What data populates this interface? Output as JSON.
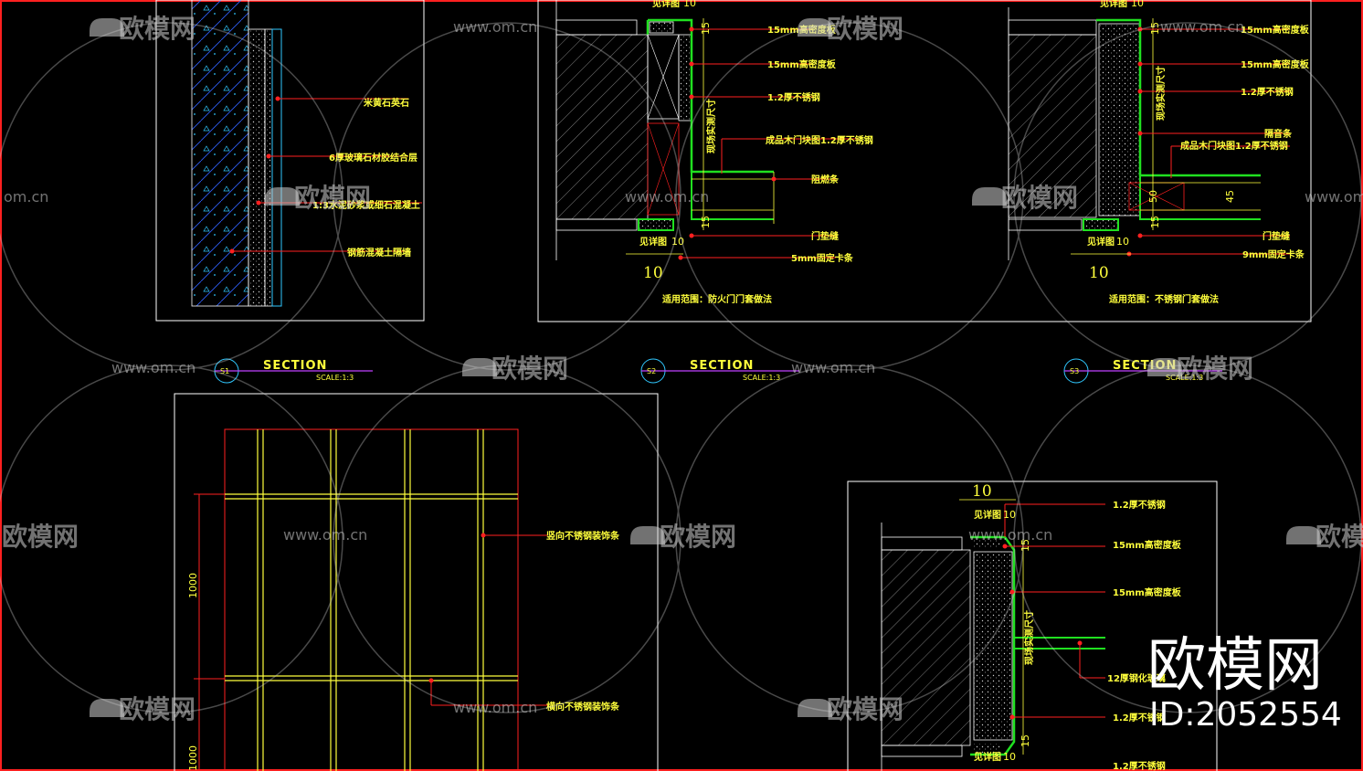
{
  "drawing": {
    "frame_color": "#ff2020",
    "callout_color": "#ff2020",
    "leader_color": "#ff2020",
    "frame_white": "#ffffff",
    "yellow": "#ffff3c",
    "green": "#20e020",
    "cyan": "#30c8ff"
  },
  "detail1": {
    "labels": [
      "米黄石英石",
      "6厚玻璃石材胶结合层",
      "1:3水泥砂浆或细石混凝土",
      "钢筋混凝土隔墙"
    ]
  },
  "detail2": {
    "labels": [
      "15mm高密度板",
      "15mm高密度板",
      "1.2厚不锈钢",
      "成品木门块图1.2厚不锈钢",
      "阻燃条",
      "门垫缝",
      "5mm固定卡条"
    ],
    "vertical_label": "现场实测尺寸",
    "dims": {
      "top": "10",
      "right_top": "15",
      "right_bottom": "15",
      "bottom": "10",
      "bottom_big": "10"
    },
    "note_top": "见详图",
    "note_bottom": "见详图",
    "caption": "适用范围：防火门门套做法"
  },
  "detail3": {
    "labels": [
      "15mm高密度板",
      "15mm高密度板",
      "1.2厚不锈钢",
      "隔音条",
      "成品木门块图1.2厚不锈钢",
      "门垫缝",
      "9mm固定卡条"
    ],
    "vertical_label": "现场实测尺寸",
    "dims": {
      "top": "10",
      "right_top": "15",
      "right_bottom": "15",
      "bottom": "10",
      "bottom_big": "10",
      "inner1": "50",
      "inner2": "45"
    },
    "note_top": "见详图",
    "note_bottom": "见详图",
    "caption": "适用范围：不锈钢门套做法"
  },
  "sections": [
    {
      "num": "S1",
      "title": "SECTION",
      "scale": "SCALE:1:3"
    },
    {
      "num": "S2",
      "title": "SECTION",
      "scale": "SCALE:1:3"
    },
    {
      "num": "S3",
      "title": "SECTION",
      "scale": "SCALE:1:3"
    }
  ],
  "elevation": {
    "labels": [
      "竖向不锈钢装饰条",
      "横向不锈钢装饰条"
    ],
    "dims": {
      "v1": "1000",
      "v2": "1000"
    }
  },
  "detail5": {
    "labels": [
      "1.2厚不锈钢",
      "15mm高密度板",
      "15mm高密度板",
      "12厚钢化玻璃",
      "1.2厚不锈钢",
      "1.2厚不锈钢"
    ],
    "vertical_label": "现场实测尺寸",
    "dims": {
      "top_big": "10",
      "top": "10",
      "right_top": "15",
      "right_bottom": "15",
      "bottom": "10"
    },
    "note_top": "见详图",
    "note_bottom": "见详图"
  },
  "watermark": {
    "brand": "欧模网",
    "url": "www.om.cn",
    "url_short": "om.cn",
    "id_text": "ID:2052554"
  }
}
